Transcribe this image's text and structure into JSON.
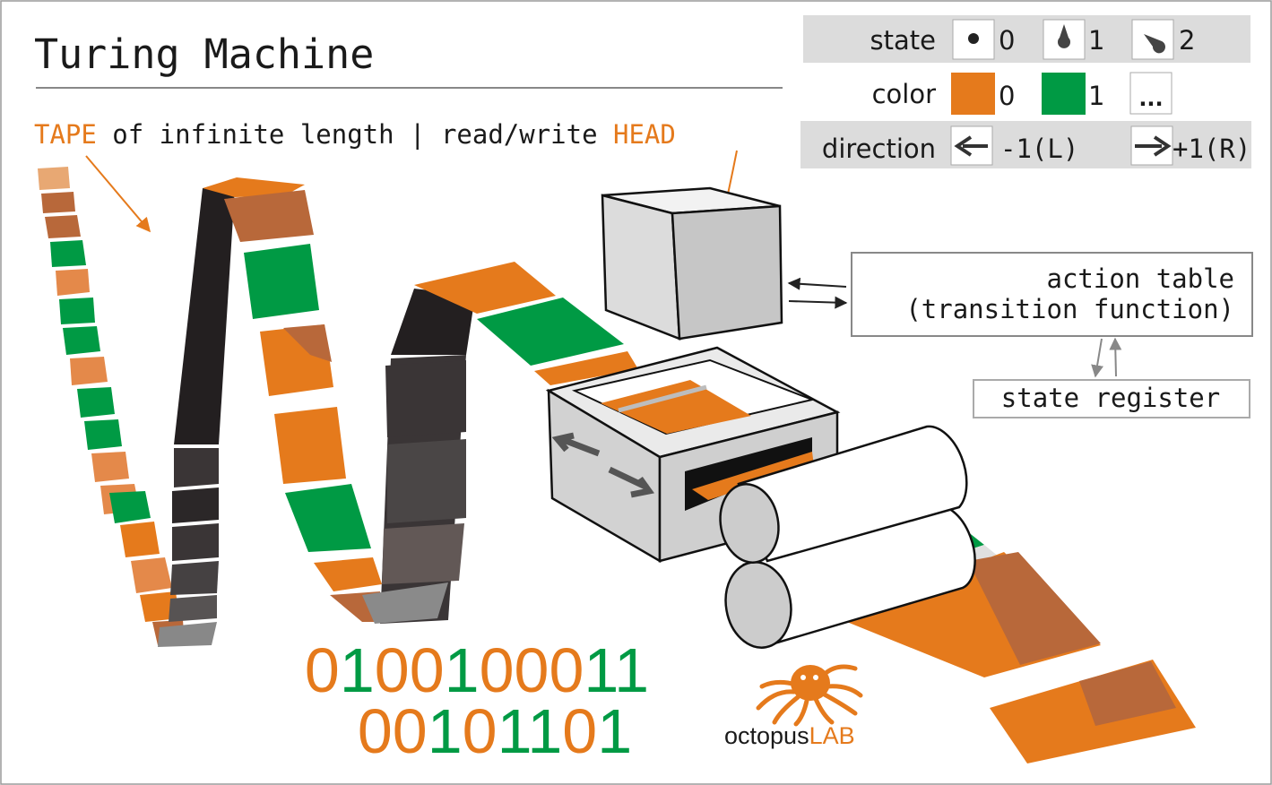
{
  "title": "Turing Machine",
  "subtitle": {
    "tape_word": "TAPE",
    "middle": " of infinite length | read/write ",
    "head_word": "HEAD"
  },
  "legend": {
    "state": {
      "label": "state",
      "values": [
        "0",
        "1",
        "2"
      ]
    },
    "color": {
      "label": "color",
      "values": [
        "0",
        "1",
        "..."
      ]
    },
    "direction": {
      "label": "direction",
      "left": "-1(L)",
      "right": "+1(R)"
    }
  },
  "action_table": {
    "line1": "action table",
    "line2": "(transition function)"
  },
  "state_register": "state register",
  "binary": {
    "line1": "0100100011",
    "line2": "00101101"
  },
  "logo": {
    "part1": "octopus",
    "part2": "LAB"
  },
  "colors": {
    "orange": "#e57a1c",
    "green": "#009a44",
    "dark": "#231f20",
    "gray_panel": "#dcdcdc",
    "tape_brown": "#b8683a"
  }
}
